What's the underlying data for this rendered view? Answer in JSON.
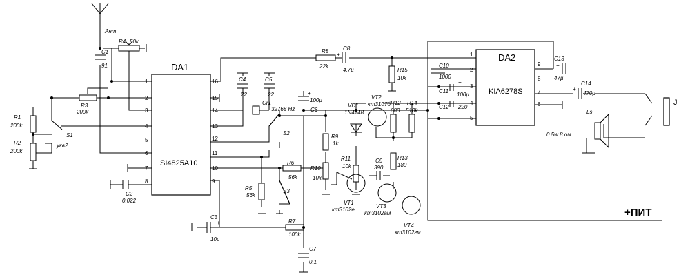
{
  "ics": {
    "da1": {
      "ref": "DA1",
      "part": "SI4825A10",
      "pins": [
        "1",
        "2",
        "3",
        "4",
        "5",
        "6",
        "7",
        "8",
        "9",
        "10",
        "11",
        "12",
        "13",
        "14",
        "15",
        "16"
      ]
    },
    "da2": {
      "ref": "DA2",
      "part": "KIA6278S",
      "pins": [
        "1",
        "2",
        "3",
        "4",
        "5",
        "6",
        "7",
        "8",
        "9"
      ]
    }
  },
  "labels": {
    "antenna": "Ант",
    "c1": "C1",
    "c1_val": "91",
    "r4": "R4",
    "r4_val": "50k",
    "r3": "R3",
    "r3_val": "200k",
    "r1": "R1",
    "r1_val": "200k",
    "r2": "R2",
    "r2_val": "200k",
    "s1": "S1",
    "s1_note": "укв2",
    "c2": "C2",
    "c2_val": "0.022",
    "c4": "C4",
    "c4_val": "22",
    "c5": "C5",
    "c5_val": "22",
    "cr1": "Cr1",
    "cr1_val": "32768 Hz",
    "c6": "C6",
    "c6_val": "100µ",
    "s2": "S2",
    "r5": "R5",
    "r5_val": "56k",
    "s3": "S3",
    "r6": "R6",
    "r6_val": "56k",
    "c3": "C3",
    "c3_val": "10µ",
    "r7": "R7",
    "r7_val": "100k",
    "c7": "C7",
    "c7_val": "0.1",
    "r8": "R8",
    "r8_val": "22k",
    "c8": "C8",
    "c8_val": "4.7µ",
    "r15": "R15",
    "r15_val": "10k",
    "vd1": "VD1",
    "vd1_val": "1N4148",
    "vt2": "VT2",
    "vt2_val": "кт3107б",
    "r12": "R12",
    "r12_val": "680",
    "r14": "R14",
    "r14_val": "510k",
    "r9": "R9",
    "r9_val": "1k",
    "r10": "R10",
    "r10_val": "10k",
    "r11": "R11",
    "r11_val": "10k",
    "c9": "C9",
    "c9_val": "390",
    "r13": "R13",
    "r13_val": "180",
    "vt1": "VT1",
    "vt1_val": "кт3102е",
    "vt3": "VT3",
    "vt3_val": "кт3102ам",
    "vt4": "VT4",
    "vt4_val": "кт3102гм",
    "c10": "C10",
    "c10_val": "1000",
    "c11": "C11",
    "c11_val": "100µ",
    "c12": "C12",
    "c12_val": "220",
    "c13": "C13",
    "c13_val": "47µ",
    "c14": "C14",
    "c14_val": "470µ",
    "ls": "Ls",
    "ls_val": "0.5w 8 ом",
    "jack": "J",
    "power": "+ПИТ",
    "plus": "+"
  }
}
